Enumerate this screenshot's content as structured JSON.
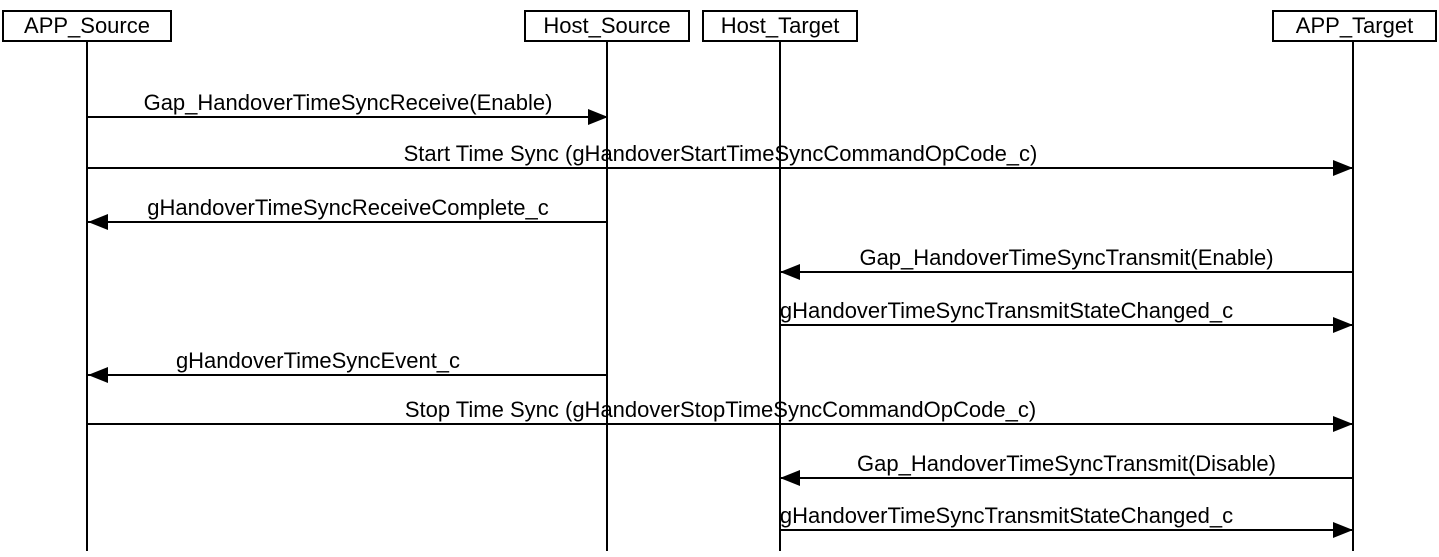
{
  "diagram": {
    "type": "sequence-diagram",
    "actors": [
      {
        "name": "APP_Source"
      },
      {
        "name": "Host_Source"
      },
      {
        "name": "Host_Target"
      },
      {
        "name": "APP_Target"
      }
    ],
    "messages": [
      {
        "label": "Gap_HandoverTimeSyncReceive(Enable)",
        "from": "APP_Source",
        "to": "Host_Source",
        "direction": "right"
      },
      {
        "label": "Start Time Sync (gHandoverStartTimeSyncCommandOpCode_c)",
        "from": "APP_Source",
        "to": "APP_Target",
        "direction": "right"
      },
      {
        "label": "gHandoverTimeSyncReceiveComplete_c",
        "from": "Host_Source",
        "to": "APP_Source",
        "direction": "left"
      },
      {
        "label": "Gap_HandoverTimeSyncTransmit(Enable)",
        "from": "APP_Target",
        "to": "Host_Target",
        "direction": "left"
      },
      {
        "label": "gHandoverTimeSyncTransmitStateChanged_c",
        "from": "Host_Target",
        "to": "APP_Target",
        "direction": "right"
      },
      {
        "label": "gHandoverTimeSyncEvent_c",
        "from": "Host_Source",
        "to": "APP_Source",
        "direction": "left"
      },
      {
        "label": "Stop Time Sync (gHandoverStopTimeSyncCommandOpCode_c)",
        "from": "APP_Source",
        "to": "APP_Target",
        "direction": "right"
      },
      {
        "label": "Gap_HandoverTimeSyncTransmit(Disable)",
        "from": "APP_Target",
        "to": "Host_Target",
        "direction": "left"
      },
      {
        "label": "gHandoverTimeSyncTransmitStateChanged_c",
        "from": "Host_Target",
        "to": "APP_Target",
        "direction": "right"
      }
    ],
    "colors": {
      "background": "#ffffff",
      "line": "#000000",
      "text": "#000000"
    }
  }
}
